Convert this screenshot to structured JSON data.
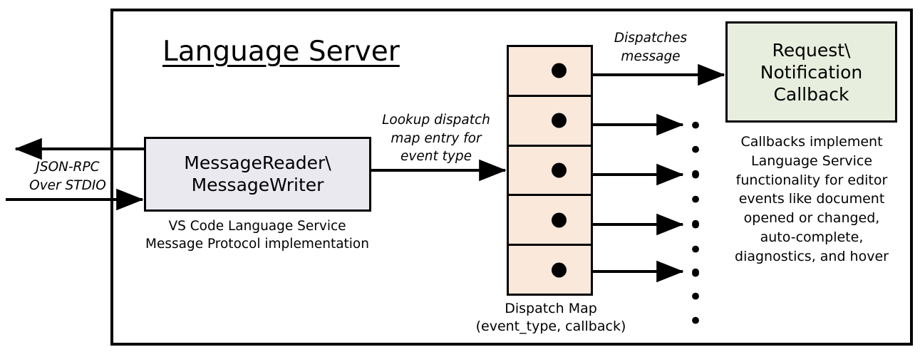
{
  "diagram": {
    "title": "Language Server",
    "frame_border_color": "#000000",
    "background": "#ffffff"
  },
  "external_io": {
    "label_line1": "JSON-RPC",
    "label_line2": "Over STDIO",
    "outgoing_arrow_name": "outgoing-response-arrow",
    "incoming_arrow_name": "incoming-request-arrow"
  },
  "message_rw": {
    "title_line1": "MessageReader\\",
    "title_line2": "MessageWriter",
    "caption_line1": "VS Code Language Service",
    "caption_line2": "Message Protocol implementation",
    "fill_color": "#ebe9f0"
  },
  "lookup_edge": {
    "label_line1": "Lookup dispatch",
    "label_line2": "map entry for",
    "label_line3": "event type"
  },
  "dispatch_map": {
    "caption_line1": "Dispatch Map",
    "caption_line2": "(event_type, callback)",
    "fill_color": "#fae8db",
    "cell_count": 5,
    "cells": [
      {
        "name": "dispatch-map-cell-1"
      },
      {
        "name": "dispatch-map-cell-2"
      },
      {
        "name": "dispatch-map-cell-3"
      },
      {
        "name": "dispatch-map-cell-4"
      },
      {
        "name": "dispatch-map-cell-5"
      }
    ]
  },
  "dispatch_edge": {
    "label_line1": "Dispatches",
    "label_line2": "message"
  },
  "callback": {
    "title_line1": "Request\\",
    "title_line2": "Notification",
    "title_line3": "Callback",
    "fill_color": "#e8eede",
    "caption_line1": "Callbacks implement",
    "caption_line2": "Language Service",
    "caption_line3": "functionality for editor",
    "caption_line4": "events like document",
    "caption_line5": "opened or changed,",
    "caption_line6": "auto-complete,",
    "caption_line7": "diagnostics, and hover"
  },
  "ellipses": {
    "glyph": "• • •"
  }
}
